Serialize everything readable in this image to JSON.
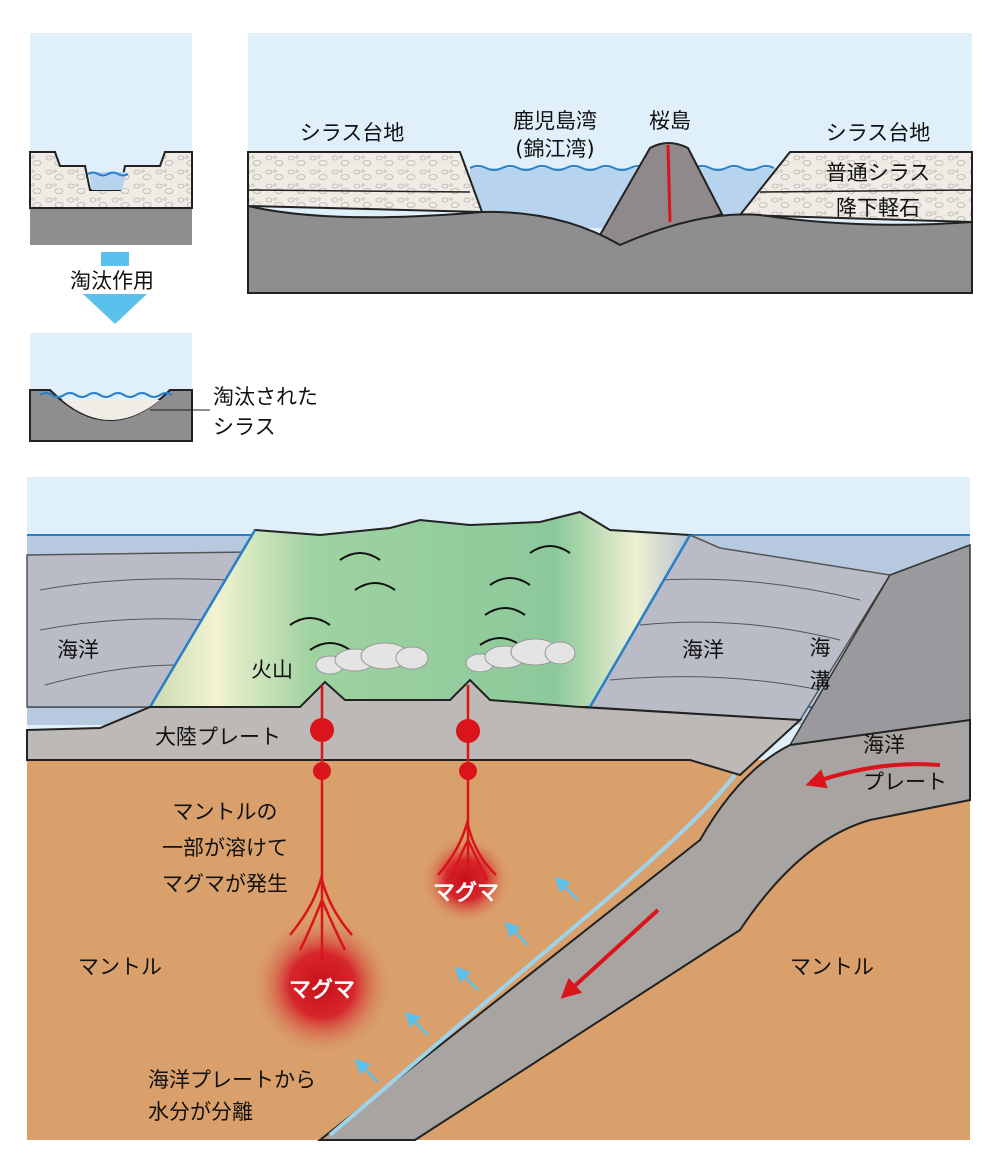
{
  "colors": {
    "sky": "#dff0fa",
    "water": "#b7d3ee",
    "water_line": "#2a7fc9",
    "shirasu": "#ece9e2",
    "rock": "#8e8e90",
    "mantle": "#d9a06b",
    "plate": "#a8a4a1",
    "continent": "#bdb9b6",
    "magma": "#d9141b",
    "arrow_blue": "#5bc0eb",
    "volcano_green": "#8cc99a"
  },
  "top_left": {
    "process_label": "淘汰作用",
    "result_label_line1": "淘汰された",
    "result_label_line2": "シラス"
  },
  "top_right": {
    "shirasu_plateau_left": "シラス台地",
    "bay_line1": "鹿児島湾",
    "bay_line2": "(錦江湾)",
    "sakurajima": "桜島",
    "shirasu_plateau_right": "シラス台地",
    "normal_shirasu": "普通シラス",
    "pumice": "降下軽石"
  },
  "bottom": {
    "ocean_left": "海洋",
    "volcano": "火山",
    "continental_plate": "大陸プレート",
    "ocean_right": "海洋",
    "trench_char1": "海",
    "trench_char2": "溝",
    "oceanic_plate_line1": "海洋",
    "oceanic_plate_line2": "プレート",
    "melt_line1": "マントルの",
    "melt_line2": "一部が溶けて",
    "melt_line3": "マグマが発生",
    "magma_small": "マグマ",
    "magma_large": "マグマ",
    "mantle_left": "マントル",
    "mantle_right": "マントル",
    "water_line1": "海洋プレートから",
    "water_line2": "水分が分離"
  }
}
